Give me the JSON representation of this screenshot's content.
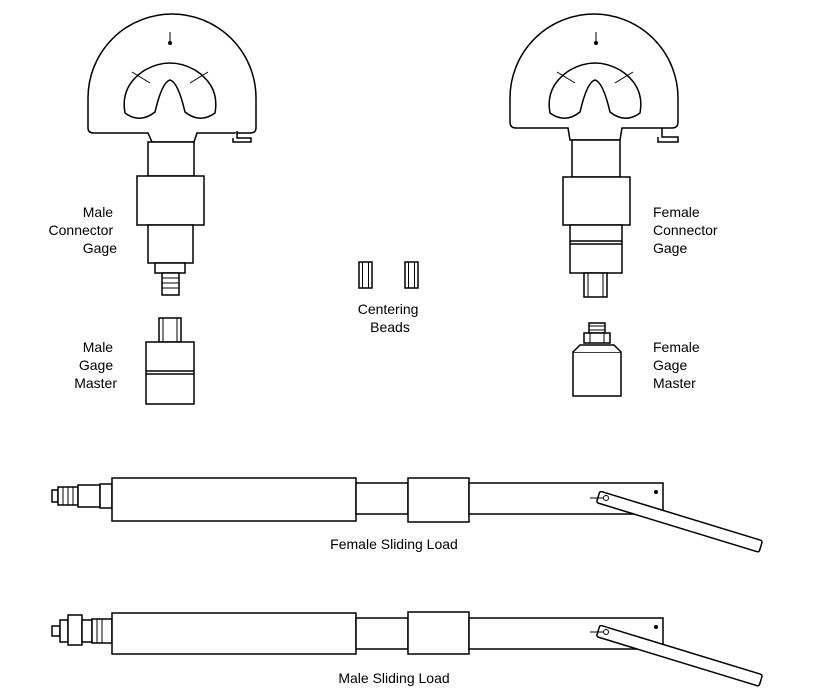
{
  "labels": {
    "male_connector_gage": [
      "Male",
      "Connector",
      "Gage"
    ],
    "female_connector_gage": [
      "Female",
      "Connector",
      "Gage"
    ],
    "centering_beads": [
      "Centering",
      "Beads"
    ],
    "male_gage_master": [
      "Male",
      "Gage",
      "Master"
    ],
    "female_gage_master": [
      "Female",
      "Gage",
      "Master"
    ],
    "female_sliding_load": "Female Sliding Load",
    "male_sliding_load": "Male Sliding Load"
  },
  "colors": {
    "stroke": "#000000",
    "fill": "#ffffff"
  }
}
